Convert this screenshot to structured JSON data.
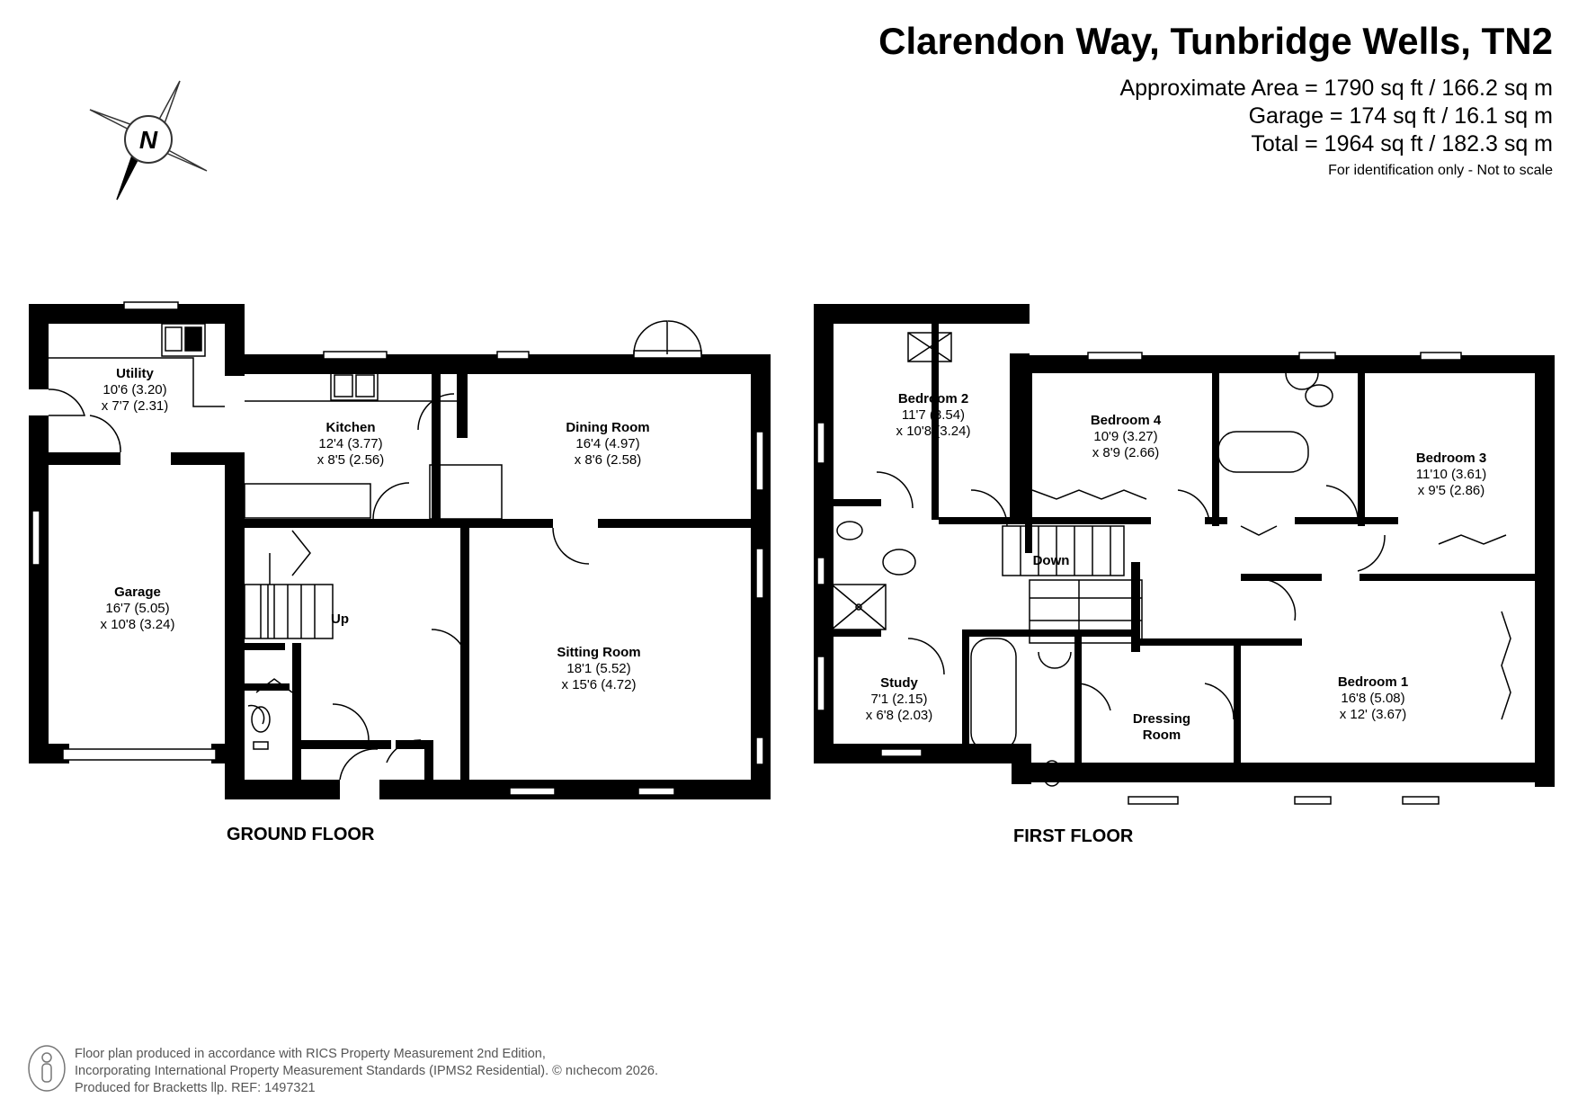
{
  "header": {
    "title": "Clarendon Way, Tunbridge Wells, TN2",
    "area_lines": [
      "Approximate Area = 1790 sq ft / 166.2 sq m",
      "Garage = 174 sq ft / 16.1 sq m",
      "Total = 1964 sq ft / 182.3 sq m"
    ],
    "note": "For identification only - Not to scale"
  },
  "compass": {
    "label": "N"
  },
  "ground_floor": {
    "label": "GROUND FLOOR",
    "rooms": [
      {
        "name": "Utility",
        "dims": [
          "10'6 (3.20)",
          "x 7'7 (2.31)"
        ]
      },
      {
        "name": "Kitchen",
        "dims": [
          "12'4 (3.77)",
          "x 8'5 (2.56)"
        ]
      },
      {
        "name": "Dining Room",
        "dims": [
          "16'4 (4.97)",
          "x 8'6 (2.58)"
        ]
      },
      {
        "name": "Garage",
        "dims": [
          "16'7 (5.05)",
          "x 10'8 (3.24)"
        ]
      },
      {
        "name": "Sitting Room",
        "dims": [
          "18'1 (5.52)",
          "x 15'6 (4.72)"
        ]
      }
    ],
    "stair_label": "Up"
  },
  "first_floor": {
    "label": "FIRST FLOOR",
    "rooms": [
      {
        "name": "Bedroom 2",
        "dims": [
          "11'7 (3.54)",
          "x 10'8 (3.24)"
        ]
      },
      {
        "name": "Bedroom 4",
        "dims": [
          "10'9 (3.27)",
          "x 8'9 (2.66)"
        ]
      },
      {
        "name": "Bedroom 3",
        "dims": [
          "11'10 (3.61)",
          "x 9'5 (2.86)"
        ]
      },
      {
        "name": "Study",
        "dims": [
          "7'1 (2.15)",
          "x 6'8 (2.03)"
        ]
      },
      {
        "name": "Dressing",
        "dims": [
          "Room"
        ]
      },
      {
        "name": "Bedroom 1",
        "dims": [
          "16'8 (5.08)",
          "x 12' (3.67)"
        ]
      }
    ],
    "stair_label": "Down"
  },
  "footer": {
    "lines": [
      "Floor plan produced in accordance with RICS Property Measurement 2nd Edition,",
      "Incorporating International Property Measurement Standards (IPMS2 Residential).  © nıchecom 2026.",
      "Produced for Bracketts llp.   REF:  1497321"
    ]
  }
}
